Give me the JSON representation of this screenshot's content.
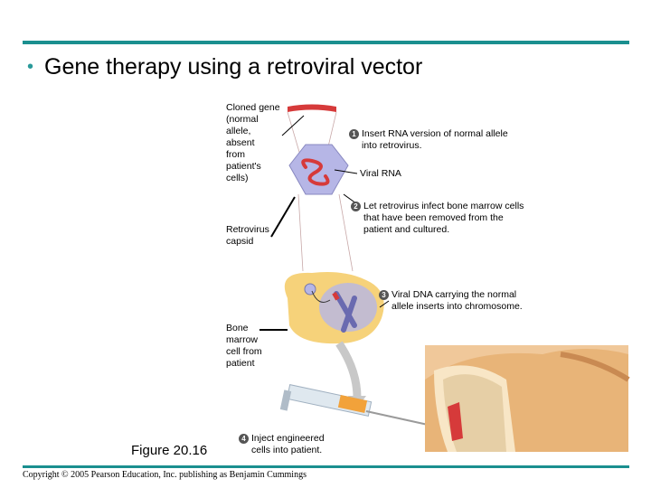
{
  "title": "Gene therapy using a retroviral vector",
  "figure_label": "Figure 20.16",
  "copyright": "Copyright © 2005 Pearson Education, Inc. publishing as Benjamin Cummings",
  "labels": {
    "cloned_gene": [
      "Cloned gene",
      "(normal",
      "allele,",
      "absent",
      "from",
      "patient's",
      "cells)"
    ],
    "viral_rna": "Viral RNA",
    "retrovirus_capsid": [
      "Retrovirus",
      "capsid"
    ],
    "bone_marrow_cell": [
      "Bone",
      "marrow",
      "cell from",
      "patient"
    ]
  },
  "steps": [
    {
      "number": "1",
      "lines": [
        "Insert RNA version of normal allele",
        "into retrovirus."
      ]
    },
    {
      "number": "2",
      "lines": [
        "Let retrovirus infect bone marrow cells",
        "that have been removed from the",
        "patient and cultured."
      ]
    },
    {
      "number": "3",
      "lines": [
        "Viral DNA carrying the normal",
        "allele inserts into chromosome."
      ]
    },
    {
      "number": "4",
      "lines": [
        "Inject engineered",
        "cells into patient."
      ]
    }
  ],
  "colors": {
    "accent_rule": "#1a8f8f",
    "rna": "#d63a3a",
    "capsid": "#9a9ad6",
    "cell": "#f6d27a",
    "bone": "#e8b478"
  }
}
